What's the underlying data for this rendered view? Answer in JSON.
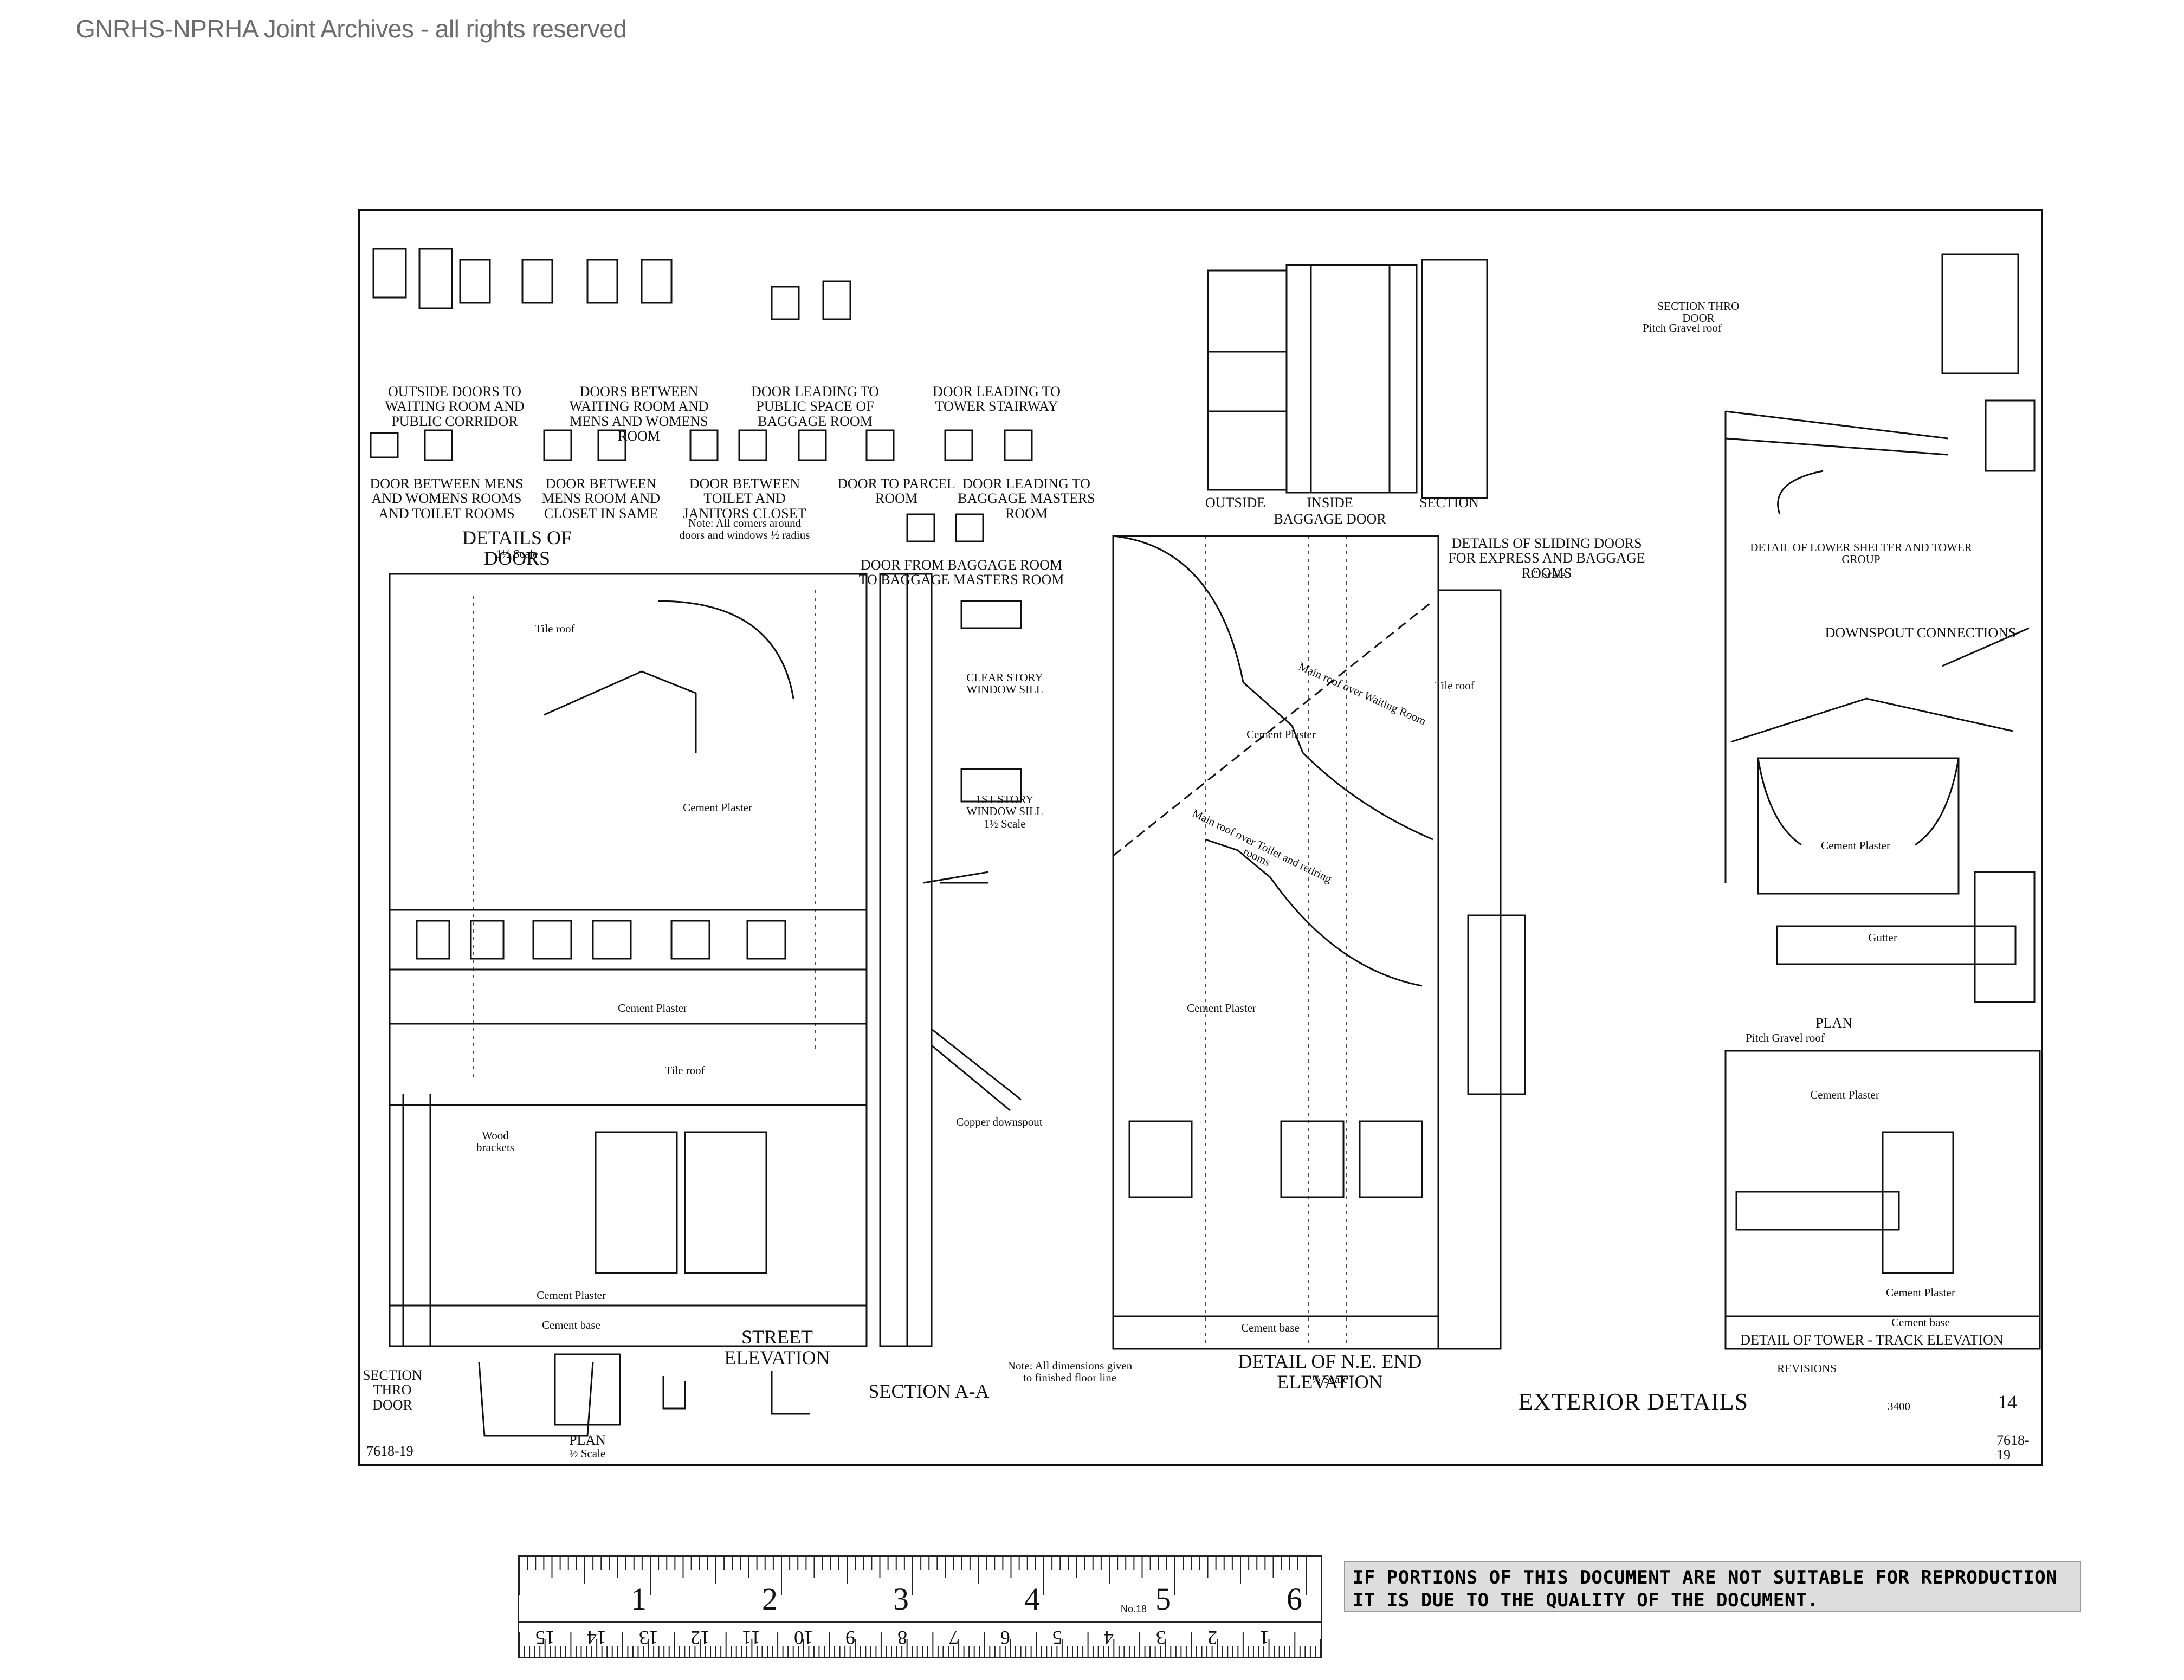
{
  "watermark": "GNRHS-NPRHA Joint Archives - all rights reserved",
  "drawing": {
    "title": "EXTERIOR DETAILS",
    "sheet_number": "14",
    "drawing_number": "7618-19",
    "sheet_page": "3400",
    "views": {
      "doors_title": "DETAILS OF DOORS",
      "doors_scale": "1½ Scale",
      "street_elevation": "STREET ELEVATION",
      "section_aa": "SECTION A-A",
      "ne_end_elevation": "DETAIL OF N.E. END ELEVATION",
      "ne_end_scale": "½ Scale",
      "tower_track_elevation": "DETAIL OF TOWER - TRACK ELEVATION",
      "plan": "PLAN",
      "plan_scale": "½ Scale",
      "section_thro_door": "SECTION THRO DOOR",
      "sliding_doors": "DETAILS OF SLIDING DOORS FOR EXPRESS AND BAGGAGE ROOMS",
      "sliding_scale": "3\" Scale",
      "baggage_door": "BAGGAGE DOOR",
      "baggage_outside": "OUTSIDE",
      "baggage_inside": "INSIDE",
      "baggage_section": "SECTION",
      "downspout": "DOWNSPOUT CONNECTIONS",
      "lower_shelter": "DETAIL OF LOWER SHELTER AND TOWER GROUP",
      "clear_story_sill": "CLEAR STORY WINDOW SILL",
      "first_story_sill": "1ST STORY WINDOW SILL",
      "sill_scale": "1½ Scale"
    },
    "door_captions": [
      "OUTSIDE DOORS TO WAITING ROOM AND PUBLIC CORRIDOR",
      "DOORS BETWEEN WAITING ROOM AND MENS AND WOMENS ROOM",
      "DOOR LEADING TO PUBLIC SPACE OF BAGGAGE ROOM",
      "DOOR LEADING TO TOWER STAIRWAY",
      "DOOR BETWEEN MENS AND WOMENS ROOMS AND TOILET ROOMS",
      "DOOR BETWEEN MENS ROOM AND CLOSET IN SAME",
      "DOOR BETWEEN TOILET AND JANITORS CLOSET",
      "DOOR TO PARCEL ROOM",
      "DOOR LEADING TO BAGGAGE MASTERS ROOM",
      "DOOR FROM BAGGAGE ROOM TO BAGGAGE MASTERS ROOM"
    ],
    "annotations": {
      "tile_roof": "Tile roof",
      "cement_plaster": "Cement Plaster",
      "cement_base": "Cement base",
      "pitch_gravel_roof": "Pitch Gravel roof",
      "copper_downspout": "Copper downspout",
      "main_roof_waiting": "Main roof over Waiting Room",
      "main_roof_toilet": "Main roof over Toilet and retiring rooms",
      "note_arcs": "Note: All corners around doors and windows ½ radius",
      "note_dimensions": "Note: All dimensions given to finished floor line",
      "wood_brackets": "Wood brackets",
      "gutter": "Gutter",
      "revisions": "REVISIONS"
    }
  },
  "ruler": {
    "inches": [
      "1",
      "2",
      "3",
      "4",
      "5",
      "6"
    ],
    "cm": [
      "1",
      "2",
      "3",
      "4",
      "5",
      "6",
      "7",
      "8",
      "9",
      "10",
      "11",
      "12",
      "13",
      "14",
      "15"
    ],
    "model": "No.18"
  },
  "notice": "IF PORTIONS OF THIS DOCUMENT ARE NOT SUITABLE FOR REPRODUCTION IT IS DUE TO THE QUALITY OF THE DOCUMENT."
}
